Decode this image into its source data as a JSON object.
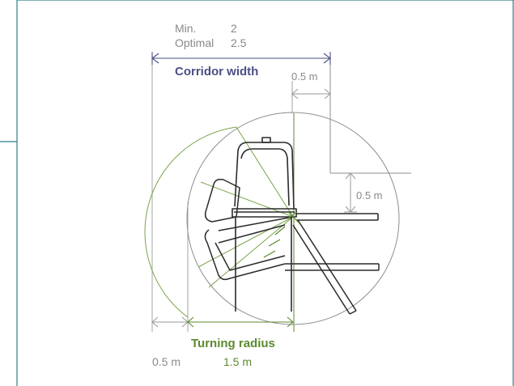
{
  "labels": {
    "min_label": "Min.",
    "min_value": "2",
    "optimal_label": "Optimal",
    "optimal_value": "2.5",
    "corridor_width": "Corridor width",
    "clearance_top": "0.5 m",
    "clearance_right": "0.5 m",
    "turning_radius": "Turning radius",
    "bottom_left_value": "0.5 m",
    "bottom_radius_value": "1.5 m"
  },
  "colors": {
    "frame": "#2f7f86",
    "accent_navy": "#4a4f86",
    "accent_green": "#5c8a2e",
    "dimension_gray": "#8a8a8a",
    "line_gray": "#9a9a9a",
    "chair_dark": "#2b2b2b"
  }
}
